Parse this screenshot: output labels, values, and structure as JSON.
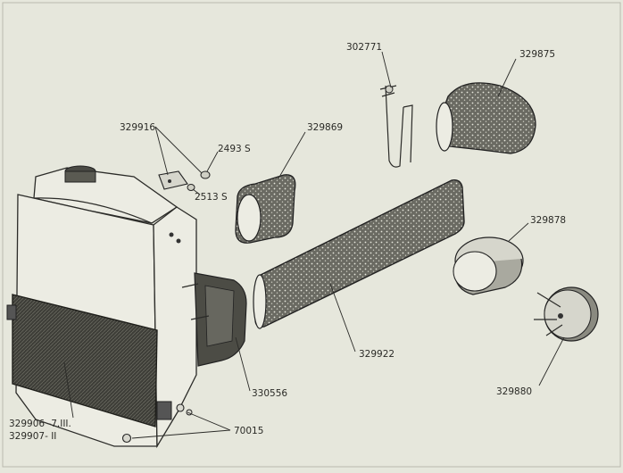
{
  "parts": {
    "p329916": "329916",
    "p2493s": "2493 S",
    "p2513s": "2513 S",
    "p329869": "329869",
    "p302771": "302771",
    "p329875": "329875",
    "p329878": "329878",
    "p329922": "329922",
    "p330556": "330556",
    "p329880": "329880",
    "p329906": "329906 -7.III.",
    "p329907": "329907- II",
    "p70015": "70015"
  }
}
